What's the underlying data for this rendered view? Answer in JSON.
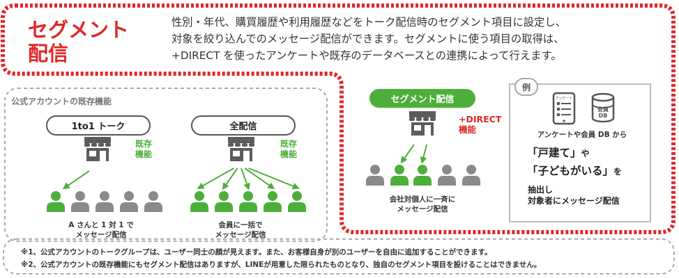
{
  "segment": {
    "title_lines": [
      "セグメント",
      "配信"
    ],
    "description_lines": [
      "性別・年代、購買履歴や利用履歴などをトーク配信時のセグメント項目に設定し、",
      "対象を絞り込んでのメッセージ配信ができます。セグメントに使う項目の取得は、",
      "+DIRECT を使ったアンケートや既存のデータベースとの連携によって行えます。"
    ]
  },
  "standard_features": {
    "label": "公式アカウントの既存機能",
    "one_to_one": {
      "pill": "1to1 トーク",
      "tag_lines": [
        "既存",
        "機能"
      ],
      "caption_lines": [
        "A さんと 1 対 1 で",
        "メッセージ配信"
      ],
      "highlighted": 1
    },
    "broadcast": {
      "pill": "全配信",
      "tag_lines": [
        "既存",
        "機能"
      ],
      "caption_lines": [
        "会員に一括で",
        "メッセージ配信"
      ],
      "highlighted": 5
    }
  },
  "segment_delivery": {
    "pill": "セグメント配信",
    "tag_lines": [
      "+DIRECT",
      "機能"
    ],
    "caption_lines": [
      "会社対個人に一斉に",
      "メッセージ配信"
    ],
    "highlighted": 2
  },
  "example": {
    "badge": "例",
    "survey_icon_text": "アンケート",
    "db_icon_text": [
      "会員",
      "DB"
    ],
    "source_text": "アンケートや会員 DB から",
    "query1": "「戸建て」",
    "query1_suffix": "や",
    "query2": "「子どもがいる」",
    "query2_suffix": "を",
    "output_lines": [
      "抽出し",
      "対象者にメッセージ配信"
    ]
  },
  "notes": [
    "※1、公式アカウントのトークグループは、ユーザー同士の顔が見えます。また、お客様自身が別のユーザーを自由に追加することができます。",
    "※2、公式アカウントの既存機能にもセグメント配信はありますが、LINEが用意した限られたものとなり、独自のセグメント項目を設けることはできません。"
  ],
  "colors": {
    "accent_red": "#e02828",
    "accent_green": "#4daf3a",
    "person_gray": "#8a8a8a",
    "store_gray": "#5c5c5c"
  },
  "icons": [
    "store-icon",
    "person-icon",
    "survey-tablet-icon",
    "database-icon",
    "arrow-icon"
  ]
}
